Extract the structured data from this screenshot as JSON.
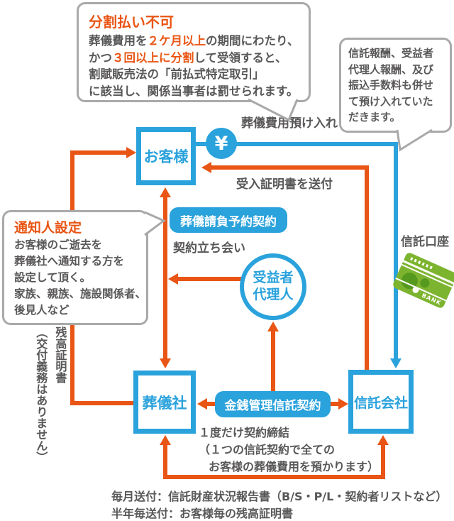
{
  "colors": {
    "blue": "#2aa2dc",
    "orange": "#e95514",
    "text": "#595757",
    "callout_border": "#a9a9a9",
    "green": "#7db42f",
    "green_dark": "#55991f",
    "white": "#ffffff"
  },
  "callouts": {
    "installment": {
      "title": "分割払い不可",
      "line1_pre": "葬儀費用を",
      "line1_em": "２ケ月以上",
      "line1_post": "の期間にわたり、",
      "line2_pre": "かつ",
      "line2_em": "３回以上に分割",
      "line2_post": "して受領すると、",
      "line3": "割賦販売法の「前払式特定取引」",
      "line4": "に該当し、関係当事者は罰せられます。"
    },
    "trust_fee": {
      "text": "信託報酬、受益者代理人報酬、及び振込手数料も併せて預け入れていただきます。"
    },
    "notifier": {
      "title": "通知人設定",
      "lines": [
        "お客様のご逝去を",
        "葬儀社へ通知する方を",
        "設定して頂く。",
        "家族、親族、施設関係者、",
        "後見人など"
      ]
    }
  },
  "nodes": {
    "customer": "お客様",
    "funeral_company": "葬儀社",
    "trust_company": "信託会社",
    "beneficiary_agent_line1": "受益者",
    "beneficiary_agent_line2": "代理人",
    "yen_symbol": "¥"
  },
  "badges": {
    "funeral_contract": "葬儀請負予約契約",
    "trust_contract": "金銭管理信託契約"
  },
  "labels": {
    "deposit": "葬儀費用預け入れ",
    "receipt": "受入証明書を送付",
    "witness": "契約立ち会い",
    "trust_account": "信託口座",
    "balance_cert_vertical": "残高証明書\n（交付義務はありません）",
    "one_contract_line1": "１度だけ契約締結",
    "one_contract_line2": "（１つの信託契約で全ての",
    "one_contract_line3": "お客様の葬儀費用を預かります）",
    "monthly": "毎月送付：信託財産状況報告書（B/S・P/L・契約者リストなど）",
    "semiannual": "半年毎送付：お客様毎の残高証明書",
    "bank": "BANK"
  }
}
